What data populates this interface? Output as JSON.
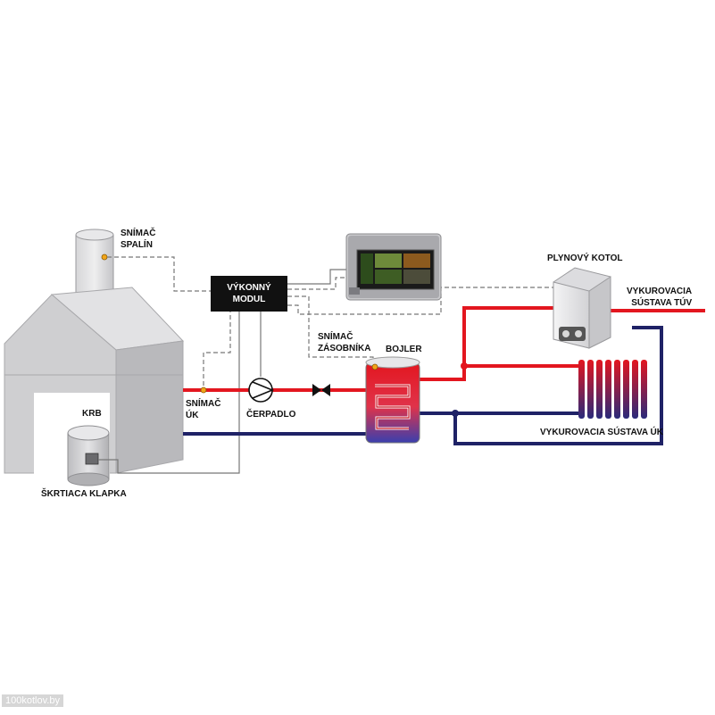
{
  "labels": {
    "flue_sensor_line1": "SNÍMAČ",
    "flue_sensor_line2": "SPALÍN",
    "module_line1": "VÝKONNÝ",
    "module_line2": "MODUL",
    "tank_sensor_line1": "SNÍMAČ",
    "tank_sensor_line2": "ZÁSOBNÍKA",
    "boiler_tank": "BOJLER",
    "gas_boiler": "PLYNOVÝ KOTOL",
    "dhw_system_line1": "VYKUROVACIA",
    "dhw_system_line2": "SÚSTAVA TÚV",
    "heating_system": "VYKUROVACIA SÚSTAVA ÚK",
    "fireplace": "KRB",
    "return_sensor_line1": "SNÍMAČ",
    "return_sensor_line2": "ÚK",
    "pump": "ČERPADLO",
    "throttle": "ŠKRTIACA KLAPKA"
  },
  "colors": {
    "hot_pipe": "#e3161f",
    "cold_pipe": "#1f2266",
    "fireplace": "#cfcfd1",
    "signal_line": "#777777"
  },
  "watermark": "100kotlov.by"
}
